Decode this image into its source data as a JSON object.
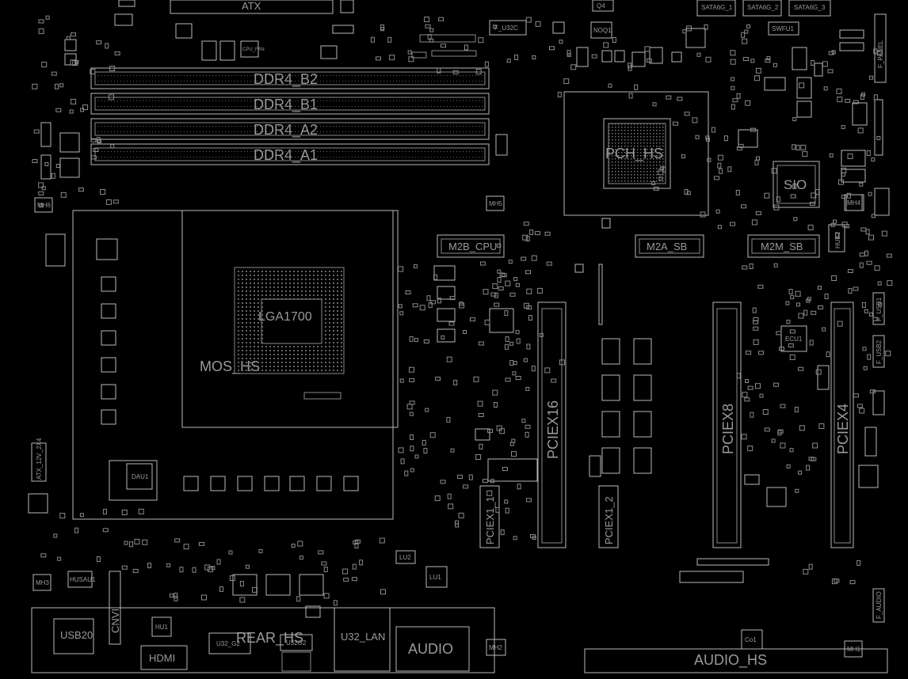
{
  "board": {
    "labels": {
      "atx": "ATX",
      "ddr4_b2": "DDR4_B2",
      "ddr4_b1": "DDR4_B1",
      "ddr4_a2": "DDR4_A2",
      "ddr4_a1": "DDR4_A1",
      "pch": "PCH_HS",
      "sio": "SIO",
      "m2b_cpu": "M2B_CPU",
      "m2a_sb": "M2A_SB",
      "m2m_sb": "M2M_SB",
      "cpu_socket": "LGA1700",
      "mos_hs": "MOS_HS",
      "pciex16": "PCIEX16",
      "pciex8": "PCIEX8",
      "pciex4": "PCIEX4",
      "pciex1_1": "PCIEX1_1",
      "pciex1_2": "PCIEX1_2",
      "usb20": "USB20",
      "hdmi": "HDMI",
      "u32_lan": "U32_LAN",
      "audio": "AUDIO",
      "audio_hs": "AUDIO_HS",
      "rear_hs": "REAR_HS",
      "u32g2": "U32G2",
      "u32_g2": "U32_G2",
      "cnv": "CNVI",
      "f_u32c": "F_U32C",
      "ecu1": "ECU1",
      "hub2": "HUB2",
      "f_panel": "F_PANEL",
      "q4": "Q4",
      "co1": "Co1",
      "lu1": "LU1",
      "lu2": "LU2",
      "dau1": "DAU1",
      "hu1": "HU1",
      "husau1": "HUSAU1",
      "mh1": "MH1",
      "mh3": "MH3",
      "mh4": "MH4",
      "mh5": "MH5",
      "mh6": "MH6",
      "mh2": "MH2",
      "sata1": "SATA6G_1",
      "sata2": "SATA6G_2",
      "sata3": "SATA6G_3",
      "f_usb1": "F_USB1",
      "f_usb2": "F_USB2",
      "f_audio": "F_AUDIO",
      "noq1": "NOQ1",
      "swf": "SWFU1",
      "atx12v": "ATX_12V_2X4",
      "cpu_fan": "CPU_FAN"
    }
  }
}
